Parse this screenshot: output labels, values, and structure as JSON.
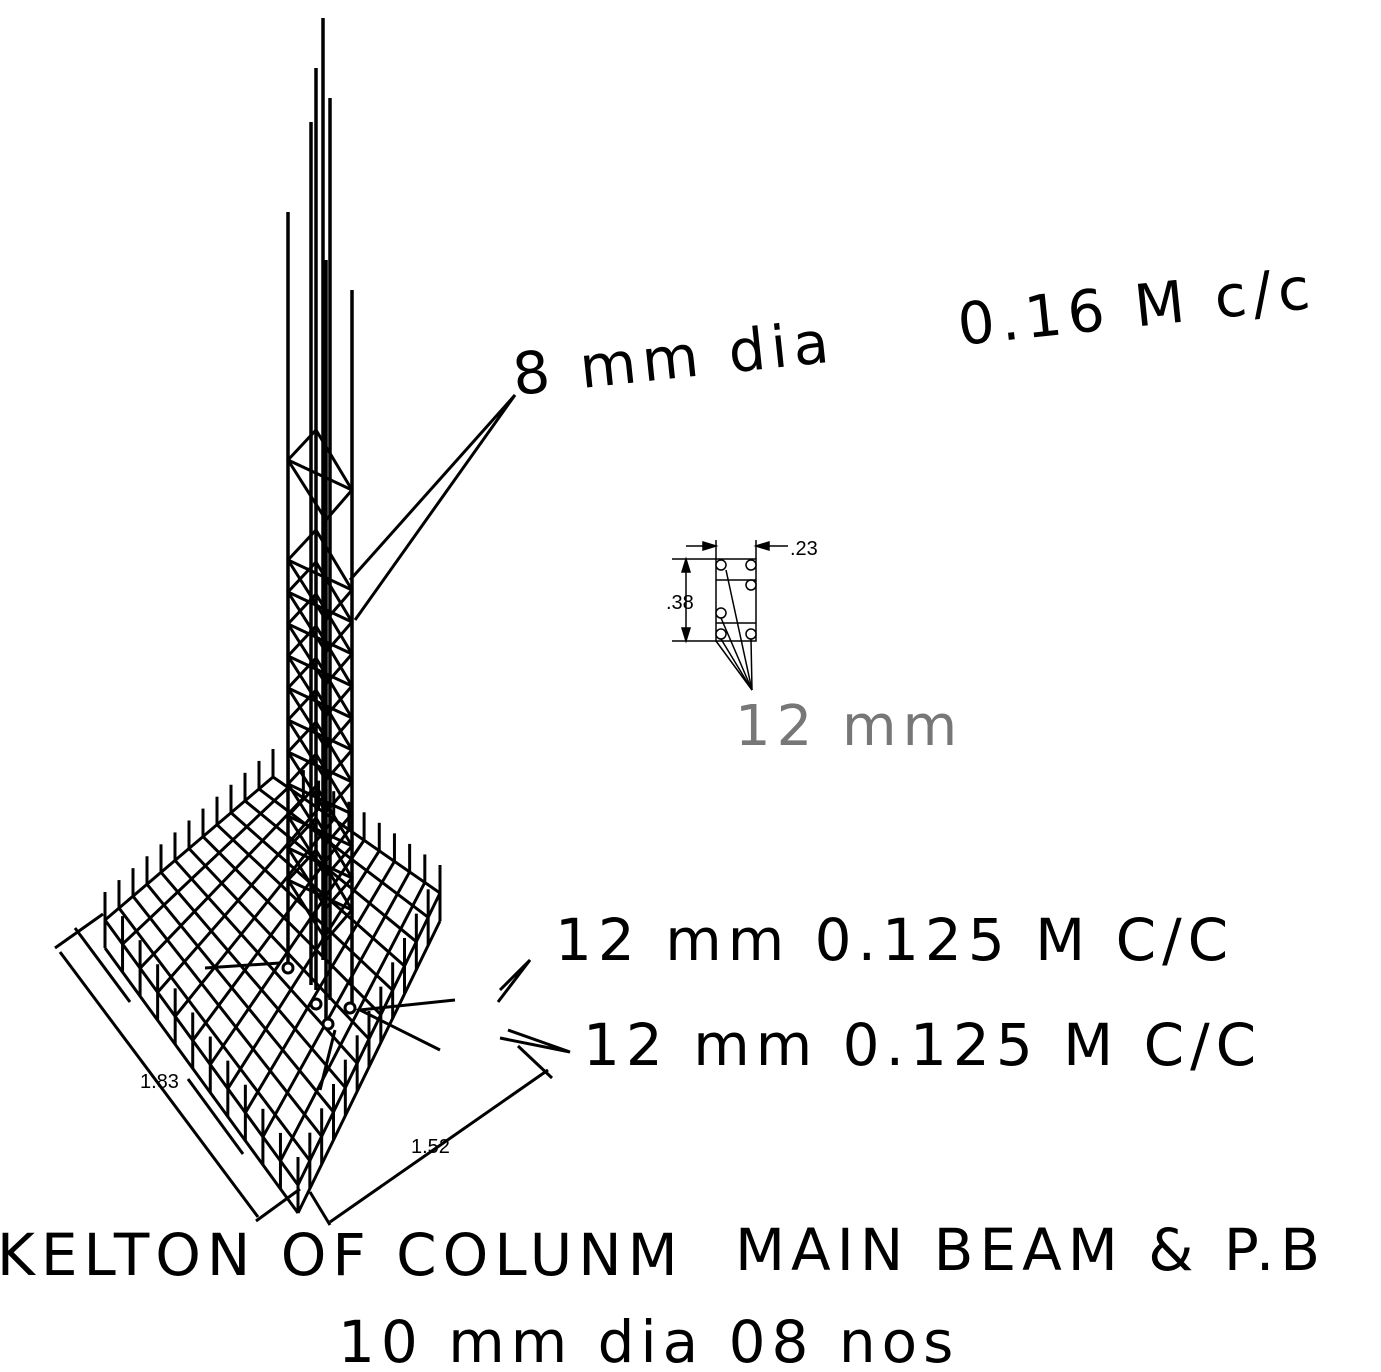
{
  "labels": {
    "stirrup_dia": "8 mm dia",
    "stirrup_spacing": "0.16 M c/c",
    "bar_size": "12 mm",
    "mesh_top": "12 mm 0.125 M C/C",
    "mesh_bottom": "12 mm 0.125 M C/C",
    "title_line1": "SKELTON OF COLUNM",
    "title_line2": "MAIN BEAM & P.B",
    "title_line3": "10 mm dia 08 nos"
  },
  "dimensions": {
    "footing_length": "1.83",
    "footing_width": "1.52",
    "section_depth": ".38",
    "section_width": ".23"
  },
  "colors": {
    "line": "#000000",
    "section_label": "#777777"
  }
}
